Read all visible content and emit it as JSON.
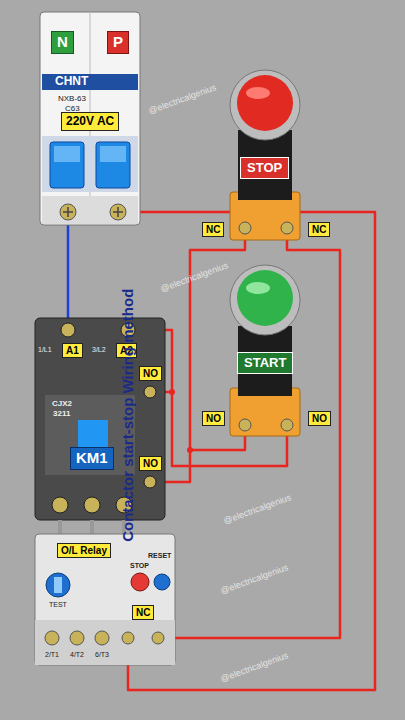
{
  "diagram": {
    "title": "Contactor start-stop Wiring method",
    "nodes": [
      {
        "text": [
          "N"
        ]
      },
      {
        "text": [
          "P"
        ]
      },
      {
        "text": [
          "220V AC"
        ]
      },
      {
        "text": [
          "STOP"
        ]
      },
      {
        "text": [
          "NC"
        ]
      },
      {
        "text": [
          "NC"
        ]
      },
      {
        "text": [
          "A1"
        ]
      },
      {
        "text": [
          "A2"
        ]
      },
      {
        "text": [
          "NO"
        ]
      },
      {
        "text": [
          "START"
        ]
      },
      {
        "text": [
          "NO"
        ]
      },
      {
        "text": [
          "NO"
        ]
      },
      {
        "text": [
          "KM1"
        ]
      },
      {
        "text": [
          "NO"
        ]
      },
      {
        "text": [
          "O/L Relay"
        ]
      },
      {
        "text": [
          "NC"
        ]
      }
    ],
    "labels": [
      "CHNT",
      "NXB-63",
      "C63",
      "1/L1",
      "3/L2",
      "CJX2",
      "3211",
      "STOP",
      "RESET",
      "TEST",
      "2/T1",
      "4/T2",
      "6/T3",
      "@electricalgenius",
      "@electricalgenius",
      "@electricalgenius",
      "@electricalgenius",
      "@electricalgenius"
    ]
  }
}
